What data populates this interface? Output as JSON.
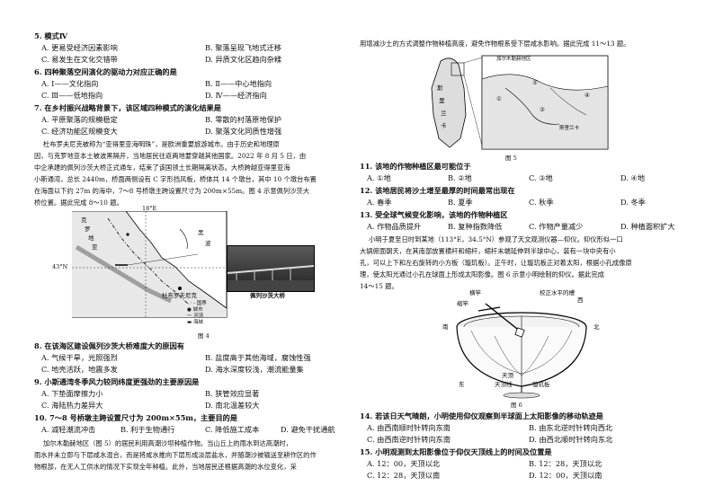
{
  "left": {
    "q5_stem": "5. 模式Ⅳ",
    "q5_opts": [
      "A. 更易受经济因素影响",
      "B. 聚落呈现飞地式迁移",
      "C. 易发生在文化交错带",
      "D. 异质文化区趋向杂糅"
    ],
    "q6_stem": "6. 四种聚落空间演化的驱动力对应正确的是",
    "q6_opts": [
      "A. Ⅰ——文化指向",
      "B. Ⅱ——中心地指向",
      "C. Ⅲ——低地指向",
      "D. Ⅳ——经济指向"
    ],
    "q7_stem": "7. 在乡村振兴战略背景下，该区域四种模式的演化结果是",
    "q7_opts": [
      "A. 平原聚落的规模稳定",
      "B. 零散的村落原地保护",
      "C. 经济功能区规模变大",
      "D. 聚落文化同质性增强"
    ],
    "passage1": [
      "杜布罗夫尼克被称为“亚得里亚海明珠”，是欧洲重要旅游城市。由于历史和地理原",
      "因，与克罗地亚本土被波黑隔开，当地居民往返两地要穿越其他国家。2022 年 8 月 5 日，由",
      "中企承建的佩列沙茨大桥正式通车，结束了该国领土长期隔离状态。大桥跨越亚得里亚海",
      "小斯通湾，总长 2440m，桥面两侧设有 C 字形挡风板，桥体共 14 个墩台，其中 10 个墩台布置",
      "在海面以下约 27m 的海中，7～8 号桥墩主跨设置尺寸为 200m×55m。图 4 示意佩列沙茨大",
      "桥位置。据此完成 8～10 题。"
    ],
    "map4": {
      "lon_label": "18°E",
      "lat_label": "43°N",
      "place_labels": [
        "克",
        "罗",
        "地",
        "亚",
        "黑",
        "波",
        "杜布罗夫尼克"
      ],
      "bridge_caption": "佩列沙茨大桥",
      "legend": [
        "国界",
        "城市",
        "河流",
        "海峡"
      ],
      "caption": "图 4"
    },
    "q8_stem": "8. 在该海区建设佩列沙茨大桥难度大的原因有",
    "q8_opts": [
      "A. 气候干旱，光照强烈",
      "B. 盐度高于其他海域，腐蚀性强",
      "C. 地壳活跃，地震多发",
      "D. 海水深度较浅，潮流能量集"
    ],
    "q9_stem": "9. 小斯通湾冬季风力较同纬度更强劲的主要原因是",
    "q9_opts": [
      "A. 下垫面摩擦力小",
      "B. 狭管效应显著",
      "C. 海陆热力差异大",
      "D. 南北温差较大"
    ],
    "q10_stem": "10. 7～8 号桥墩主跨设置尺寸为 200m×55m，主要目的是",
    "q10_opts": [
      "A. 减轻潮流冲击",
      "B. 利于生物通行",
      "C. 降低施工成本",
      "D. 避免干扰通航"
    ],
    "passage2": [
      "加尔木勒赫地区（图 5）的居民利用高潮沙坝种植作物。当山丘上的雨水到达高潮时，",
      "雨水并未立即与下层咸水混合，而是将咸水推向下层形成淡层盐水，并随潮沙被输送至耕作区的作",
      "物根部，在无人工供水的情况下实现全年种植。此外，当地居民还根据高潮的水位变化，采"
    ]
  },
  "right": {
    "passage2_cont": "用增减沙土的方式调整作物种植高度，避免作物根系受下层咸水影响。据此完成 11～13 题。",
    "fig5": {
      "inset_title": "加尔木勒赫地区",
      "labels": [
        "①",
        "②",
        "③",
        "④"
      ],
      "region_labels": [
        "斯",
        "里",
        "兰",
        "卡",
        "斯里兰卡"
      ],
      "caption": "图 5"
    },
    "q11_stem": "11. 该地的作物种植区最可能位于",
    "q11_opts": [
      "A. ①地",
      "B. ②地",
      "C. ③地",
      "D. ④地"
    ],
    "q12_stem": "12. 该地居民将沙土增至最厚的时间最常出现在",
    "q12_opts": [
      "A. 春季",
      "B. 夏季",
      "C. 秋季",
      "D. 冬季"
    ],
    "q13_stem": "13. 受全球气候变化影响，该地的作物种植区",
    "q13_opts": [
      "A. 作物品质提升",
      "B. 复种指数降低",
      "C. 作物产量减少",
      "D. 种植面积扩大"
    ],
    "passage3": [
      "小明于夏至日时到某地（113°E，34.5°N）参观了天文观测仪器—仰仪。仰仪形似一口",
      "大锅俯面朝天，在其南部放置横杆和缩杆，缩杆末端延伸到半球中心，装有一块中央有小",
      "孔，可以上下和左右旋转的小方板（璇玑板）。正午时，让璇玑板正对着太阳，根据小孔成像原",
      "理，使太阳光通过小孔在球面上形成太阳影像。图 6 示意小明绘制的仰仪。据此完成",
      "14～15 题。"
    ],
    "fig6": {
      "labels": [
        "横竿",
        "缩竿",
        "东",
        "西",
        "南",
        "北",
        "校正水平的槽",
        "天顶",
        "天顶线",
        "璇玑板"
      ],
      "caption": "图 6"
    },
    "q14_stem": "14. 若该日天气晴朗，小明使用仰仪观察到半球面上太阳影像的移动轨迹是",
    "q14_opts": [
      "A. 由西南顺时针转向东南",
      "B. 由东北逆时针转向西北",
      "C. 由西南逆时针转向东南",
      "D. 由西北顺时针转向东北"
    ],
    "q15_stem": "15. 小明观测到太阳影像位于仰仪天顶线上的时间及位置是",
    "q15_opts": [
      "A. 12：00，天顶以北",
      "B. 12：28，天顶以北",
      "C. 12：28，天顶以南",
      "D. 12：00，天顶以南"
    ]
  }
}
